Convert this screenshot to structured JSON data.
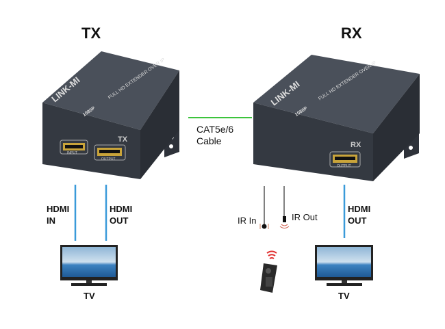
{
  "tx": {
    "title": "TX",
    "brand": "LINK-MI",
    "subtitle": "FULL HD EXTENDER OVER IP",
    "resolution": "1080P",
    "side_mark": "TX",
    "port_in": "INPUT",
    "port_out": "OUTPUT",
    "hdmi_in_label": [
      "HDMI",
      "IN"
    ],
    "hdmi_out_label": [
      "HDMI",
      "OUT"
    ],
    "tv_label": "TV"
  },
  "rx": {
    "title": "RX",
    "brand": "LINK-MI",
    "subtitle": "FULL HD EXTENDER OVER IP",
    "resolution": "1080P",
    "side_mark": "RX",
    "port_out": "OUTPUT",
    "ir_in_label": "IR In",
    "ir_out_label": "IR Out",
    "hdmi_out_label": [
      "HDMI",
      "OUT"
    ],
    "tv_label": "TV"
  },
  "cable": {
    "label": [
      "CAT5e/6",
      "Cable"
    ]
  },
  "colors": {
    "cable": "#3cc43c",
    "hdmi": "#3a9ad9",
    "device": "#3a3f48"
  }
}
